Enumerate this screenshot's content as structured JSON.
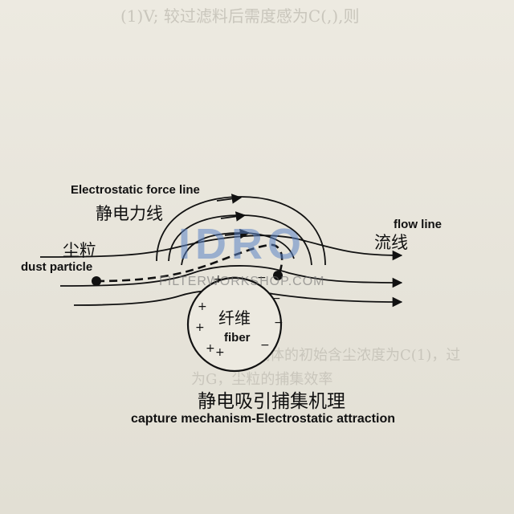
{
  "diagram": {
    "title_zh": "静电吸引捕集机理",
    "title_en": "capture mechanism-Electrostatic attraction",
    "labels": {
      "force_line_en": "Electrostatic force line",
      "force_line_zh": "静电力线",
      "dust_zh": "尘粒",
      "dust_en": "dust particle",
      "flow_en": "flow line",
      "flow_zh": "流线",
      "fiber_zh": "纤维",
      "fiber_en": "fiber"
    },
    "charges": {
      "plus": "+",
      "minus": "−"
    },
    "watermark": {
      "logo": "IDRO",
      "site": "FILTERWORKSHOP.COM"
    },
    "background_text": {
      "line1": "(1)V; 较过滤料后需度感为C(,),则",
      "line2": "设气体的初始含尘浓度为C(1)，过",
      "line3": "为G，尘粒的捕集效率"
    }
  },
  "colors": {
    "paper": "#e9e6dc",
    "ink": "#111111",
    "watermark": "#5b84c4"
  }
}
